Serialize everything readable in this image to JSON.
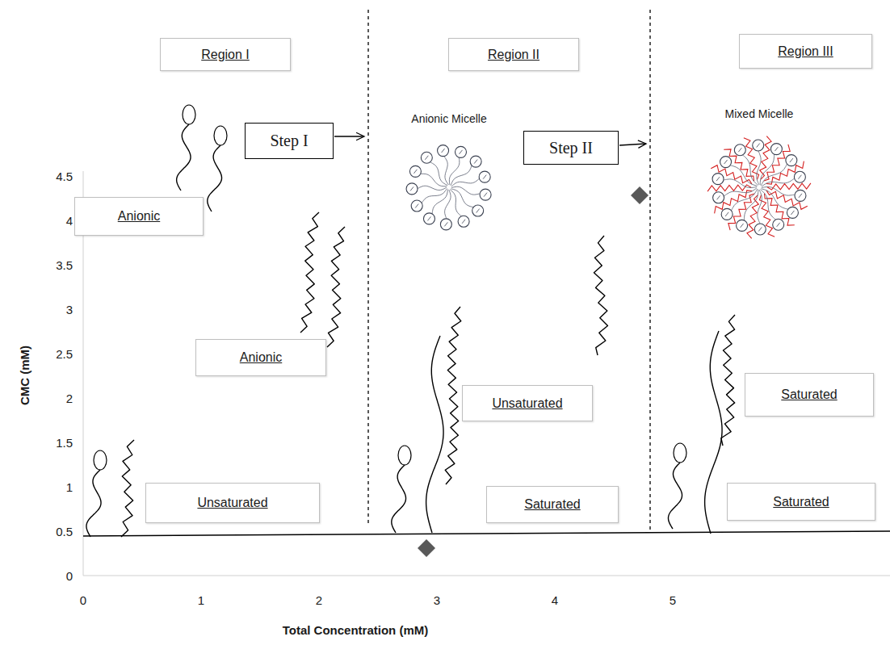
{
  "diagram": {
    "nodes": [
      {
        "text": [
          "Region I"
        ]
      },
      {
        "text": [
          "Region II"
        ]
      },
      {
        "text": [
          "Region III"
        ]
      },
      {
        "text": [
          "Step I"
        ]
      },
      {
        "text": [
          "Step II"
        ]
      },
      {
        "text": [
          "Anionic"
        ]
      },
      {
        "text": [
          "Anionic"
        ]
      },
      {
        "text": [
          "Unsaturated"
        ]
      },
      {
        "text": [
          "Saturated"
        ]
      },
      {
        "text": [
          "Unsaturated"
        ]
      },
      {
        "text": [
          "Saturated"
        ]
      },
      {
        "text": [
          "Saturated"
        ]
      }
    ],
    "labels": [
      "Anionic Micelle",
      "Mixed Micelle",
      "0",
      "0.5",
      "1",
      "1.5",
      "2",
      "2.5",
      "3",
      "3.5",
      "4",
      "4.5",
      "0",
      "1",
      "2",
      "3",
      "4",
      "5",
      "CMC (mM)",
      "Total Concentration (mM)"
    ]
  }
}
